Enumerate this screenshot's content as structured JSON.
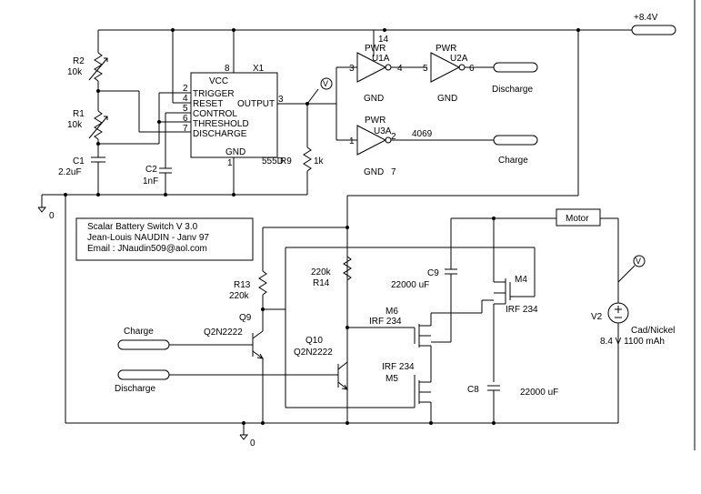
{
  "supply": {
    "label": "+8.4V"
  },
  "ground": {
    "label_top": "0",
    "label_bottom": "0"
  },
  "info_box": {
    "line1": "Scalar Battery Switch V 3.0",
    "line2": "Jean-Louis NAUDIN  -  Janv 97",
    "line3": "Email : JNaudin509@aol.com"
  },
  "r2": {
    "name": "R2",
    "value": "10k"
  },
  "r1": {
    "name": "R1",
    "value": "10k"
  },
  "c1": {
    "name": "C1",
    "value": "2.2uF"
  },
  "c2": {
    "name": "C2",
    "value": "1nF"
  },
  "r9": {
    "name": "R9",
    "value": "1k"
  },
  "timer": {
    "ref": "X1",
    "part": "555D",
    "vcc": "VCC",
    "gnd": "GND",
    "trigger": "TRIGGER",
    "reset": "RESET",
    "control": "CONTROL",
    "threshold": "THRESHOLD",
    "discharge": "DISCHARGE",
    "output": "OUTPUT",
    "pin8": "8",
    "pin2": "2",
    "pin4": "4",
    "pin5": "5",
    "pin6": "6",
    "pin7": "7",
    "pin1": "1",
    "pin3": "3"
  },
  "probe": {
    "label": "V"
  },
  "inverters": {
    "u1a": {
      "pwr": "PWR",
      "ref": "U1A",
      "gnd": "GND",
      "in_pin": "3",
      "out_pin": "4",
      "pwr_pin": "14"
    },
    "u2a": {
      "pwr": "PWR",
      "ref": "U2A",
      "gnd": "GND",
      "in_pin": "5",
      "out_pin": "6"
    },
    "u3a": {
      "pwr": "PWR",
      "ref": "U3A",
      "gnd": "GND",
      "in_pin": "1",
      "out_pin": "2",
      "gnd_pin": "7",
      "part": "4069"
    }
  },
  "ports": {
    "discharge_out": "Discharge",
    "charge_out": "Charge",
    "charge_in": "Charge",
    "discharge_in": "Discharge"
  },
  "r13": {
    "name": "R13",
    "value": "220k"
  },
  "r14": {
    "value": "220k",
    "name": "R14"
  },
  "q9": {
    "name": "Q9",
    "part": "Q2N2222"
  },
  "q10": {
    "name": "Q10",
    "part": "Q2N2222"
  },
  "c9": {
    "name": "C9",
    "value": "22000 uF"
  },
  "c8": {
    "name": "C8",
    "value": "22000 uF"
  },
  "m4": {
    "name": "M4",
    "part": "IRF 234"
  },
  "m6": {
    "name": "M6",
    "part": "IRF 234"
  },
  "m5": {
    "name": "M5",
    "part": "IRF 234"
  },
  "motor": {
    "label": "Motor"
  },
  "battery": {
    "name": "V2",
    "type": "Cad/Nickel",
    "spec": "8.4 V 1100 mAh"
  },
  "probe2": {
    "label": "V"
  }
}
